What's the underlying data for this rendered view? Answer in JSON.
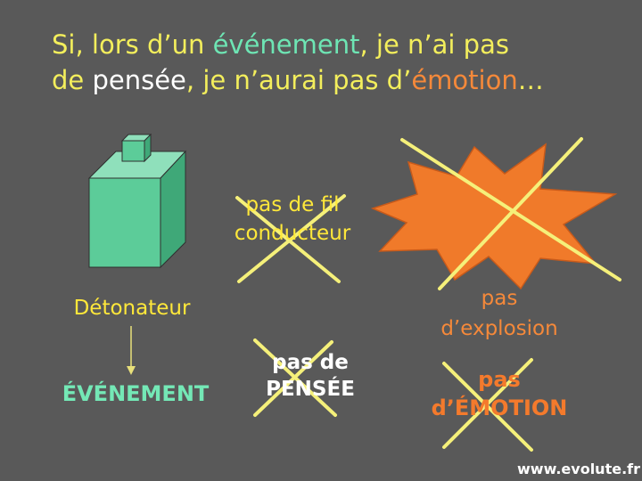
{
  "title": {
    "l1a": "Si, lors d’un ",
    "l1b": "événement",
    "l1c": ", je n’ai pas",
    "l2a": "de ",
    "l2b": "pensée",
    "l2c": ", je n’aurai pas d’",
    "l2d": "émotion",
    "l2e": "…"
  },
  "labels": {
    "fil": [
      "pas de fil",
      "conducteur"
    ],
    "detonateur": "Détonateur",
    "evenement": "ÉVÉNEMENT",
    "pensee": [
      "pas de",
      "PENSÉE"
    ],
    "explosion": [
      "pas",
      "d’explosion"
    ],
    "emotion": [
      "pas",
      "d’ÉMOTION"
    ]
  },
  "footer": {
    "url": "www.evolute.fr"
  },
  "colors": {
    "background": "#595959",
    "cube_front": "#5ccc99",
    "explosion": "#f07a2a",
    "cross": "#f5f07a"
  }
}
